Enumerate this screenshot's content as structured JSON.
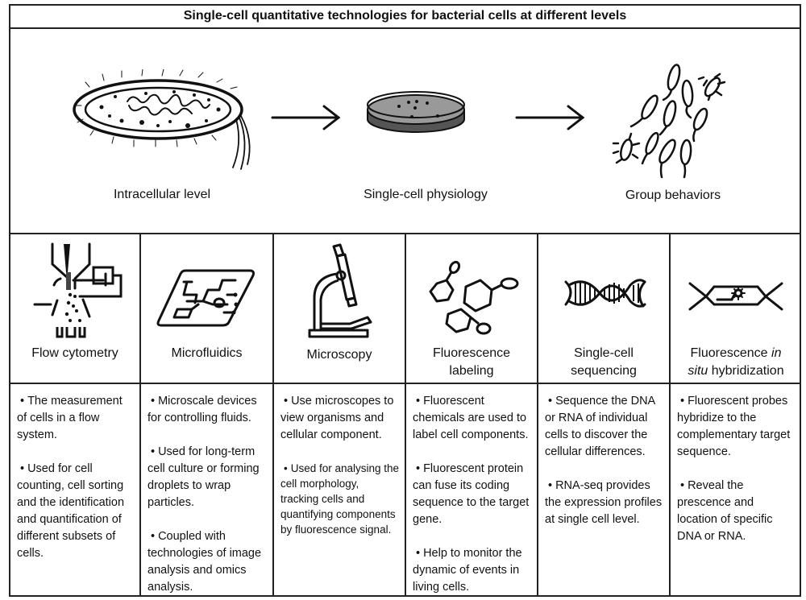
{
  "title": "Single-cell quantitative technologies for bacterial cells at different levels",
  "levels": [
    {
      "label": "Intracellular level",
      "icon": "bacterium-cell-icon"
    },
    {
      "label": "Single-cell physiology",
      "icon": "petri-dish-icon"
    },
    {
      "label": "Group behaviors",
      "icon": "bacteria-group-icon"
    }
  ],
  "arrows": [
    "arrow-right-icon",
    "arrow-right-icon"
  ],
  "technologies": [
    {
      "name": "Flow cytometry",
      "icon": "flow-cytometer-icon",
      "points": [
        "The measurement of cells in a flow system.",
        "Used for cell counting, cell sorting and the identification and quantification of different subsets of cells."
      ]
    },
    {
      "name": "Microfluidics",
      "icon": "microfluidic-chip-icon",
      "points": [
        "Microscale devices for controlling fluids.",
        "Used for long-term cell culture or forming droplets to wrap particles.",
        "Coupled with technologies of image analysis and omics analysis."
      ]
    },
    {
      "name": "Microscopy",
      "icon": "microscope-icon",
      "points": [
        "Use microscopes to view organisms and cellular component.",
        "Used for analysing the cell morphology, tracking cells and quantifying components by fluorescence signal."
      ]
    },
    {
      "name": "Fluorescence labeling",
      "name_line1": "Fluorescence",
      "name_line2": "labeling",
      "icon": "fluorophore-molecules-icon",
      "points": [
        "Fluorescent chemicals are used to label cell components.",
        "Fluorescent protein can fuse its coding sequence to the target gene.",
        "Help to monitor the dynamic of events in living cells."
      ]
    },
    {
      "name": "Single-cell sequencing",
      "name_line1": "Single-cell",
      "name_line2": "sequencing",
      "icon": "dna-helix-icon",
      "points": [
        "Sequence the DNA or RNA of individual cells to discover the cellular differences.",
        "RNA-seq provides the expression profiles at single cell level."
      ]
    },
    {
      "name": "Fluorescence in situ hybridization",
      "name_part1": "Fluorescence ",
      "name_italic1": "in",
      "name_italic2": "situ",
      "name_part2": " hybridization",
      "icon": "fish-probe-icon",
      "points": [
        "Fluorescent probes hybridize to the complementary target sequence.",
        "Reveal the prescence and location of specific DNA or RNA."
      ]
    }
  ]
}
